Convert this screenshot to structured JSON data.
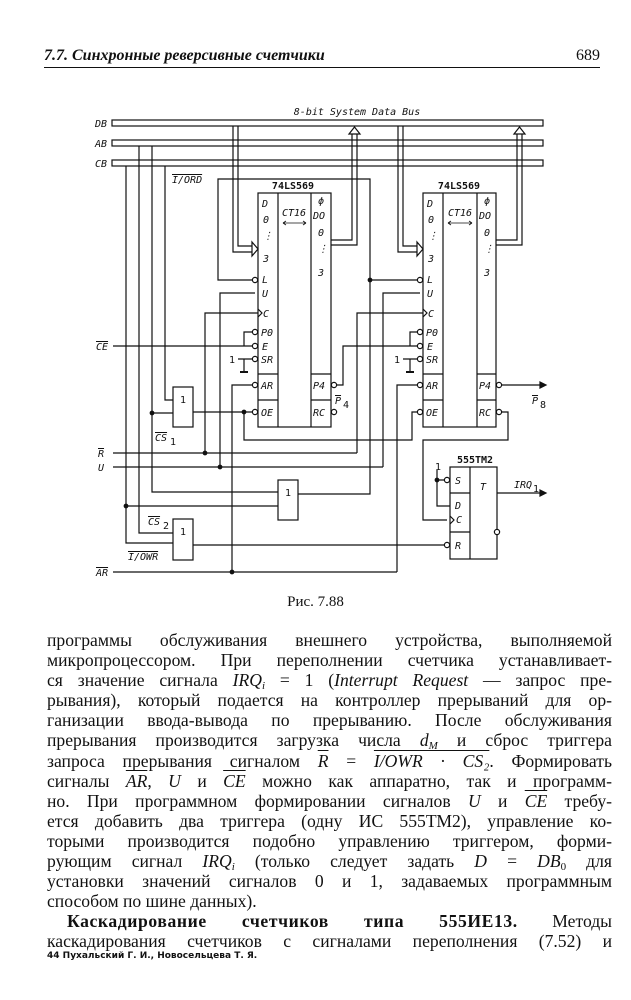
{
  "header": {
    "section": "7.7.  Синхронные реверсивные счетчики",
    "page_number": "689"
  },
  "figure": {
    "bus_title": "8-bit System Data Bus",
    "buses": [
      "DB",
      "AB",
      "CB"
    ],
    "chip1": {
      "name": "74LS569",
      "core": "CT16",
      "left_pins": [
        "D",
        "0",
        "3",
        "L",
        "U",
        "C",
        "P0",
        "E",
        "SR",
        "AR",
        "OE"
      ],
      "right_pins": [
        "ϕ",
        "DO",
        "0",
        "3",
        "P4",
        "RC"
      ]
    },
    "chip2": {
      "name": "74LS569",
      "core": "CT16",
      "left_pins": [
        "D",
        "0",
        "3",
        "L",
        "U",
        "C",
        "P0",
        "E",
        "SR",
        "AR",
        "OE"
      ],
      "right_pins": [
        "ϕ",
        "DO",
        "0",
        "3",
        "P4",
        "RC"
      ]
    },
    "flipflop": {
      "name": "555TM2",
      "pins": [
        "S",
        "D",
        "C",
        "R"
      ],
      "type": "T",
      "const_one": "1"
    },
    "gate_label": "1",
    "const_one": "1",
    "signals": {
      "iord": "I/ORD",
      "ce": "CE",
      "r": "R",
      "u": "U",
      "ar": "AR",
      "cs1": "CS",
      "cs1_sub": "1",
      "cs2": "CS",
      "cs2_sub": "2",
      "iowr": "I/OWR",
      "p4": "P",
      "p4_sub": "4",
      "p8": "P",
      "p8_sub": "8",
      "irq": "IRQ",
      "irq_sub": "1"
    }
  },
  "caption": "Рис. 7.88",
  "body_lines": [
    [
      [
        "программы обслуживания внешнего устройства, выполняемой",
        ""
      ]
    ],
    [
      [
        "микропроцессором. При переполнении счетчика устанавливает-",
        ""
      ]
    ],
    [
      [
        "ся значение сигнала ",
        ""
      ],
      [
        "IRQ",
        "i"
      ],
      [
        "i",
        "sub"
      ],
      [
        " = 1 (",
        ""
      ],
      [
        "Interrupt Request",
        "i"
      ],
      [
        " — запрос пре-",
        ""
      ]
    ],
    [
      [
        "рывания), который подается на контроллер прерываний для ор-",
        ""
      ]
    ],
    [
      [
        "ганизации ввода-вывода по прерыванию. После обслуживания",
        ""
      ]
    ],
    [
      [
        "прерывания производится загрузка числа ",
        ""
      ],
      [
        "d",
        "i"
      ],
      [
        "M",
        "sub"
      ],
      [
        " и сброс триггера",
        ""
      ]
    ],
    [
      [
        "запроса прерывания сигналом ",
        ""
      ],
      [
        "R",
        "o"
      ],
      [
        " = ",
        ""
      ],
      [
        "I/OWR · CS₂",
        "o"
      ],
      [
        ". Формировать",
        ""
      ]
    ],
    [
      [
        "сигналы ",
        ""
      ],
      [
        "AR",
        "o"
      ],
      [
        ", ",
        ""
      ],
      [
        "U",
        "i"
      ],
      [
        " и ",
        ""
      ],
      [
        "CE",
        "o"
      ],
      [
        " можно как аппаратно, так и программ-",
        ""
      ]
    ],
    [
      [
        "но. При программном формировании сигналов ",
        ""
      ],
      [
        "U",
        "i"
      ],
      [
        " и ",
        ""
      ],
      [
        "CE",
        "o"
      ],
      [
        " требу-",
        ""
      ]
    ],
    [
      [
        "ется добавить два триггера (одну ИС 555ТМ2), управление ко-",
        ""
      ]
    ],
    [
      [
        "торыми производится подобно управлению триггером, форми-",
        ""
      ]
    ],
    [
      [
        "рующим сигнал ",
        ""
      ],
      [
        "IRQ",
        "i"
      ],
      [
        "i",
        "sub"
      ],
      [
        " (только следует задать ",
        ""
      ],
      [
        "D",
        "i"
      ],
      [
        " = ",
        ""
      ],
      [
        "DB",
        "i"
      ],
      [
        "0",
        "subn"
      ],
      [
        " для",
        ""
      ]
    ],
    [
      [
        "установки значений сигналов 0 и 1, задаваемых программным",
        ""
      ]
    ],
    [
      [
        "способом по шине данных).",
        ""
      ]
    ],
    [
      [
        "Каскадирование счетчиков типа 555ИЕ13.",
        "b"
      ],
      [
        "  Методы",
        ""
      ]
    ],
    [
      [
        "каскадирования счетчиков с сигналами переполнения (7.52) и",
        ""
      ]
    ]
  ],
  "footer": "44  Пухальский Г. И., Новосельцева Т. Я."
}
